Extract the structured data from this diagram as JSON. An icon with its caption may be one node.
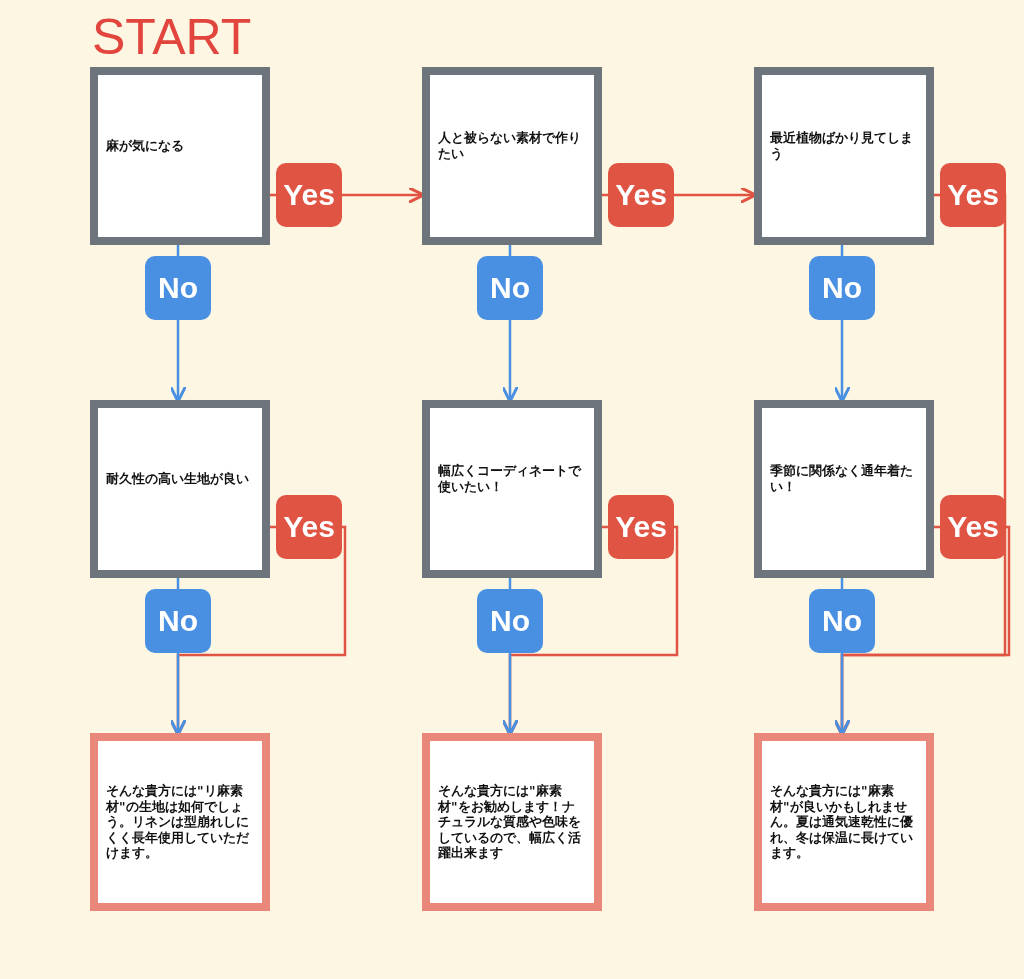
{
  "diagram": {
    "title": "START",
    "nodes": [
      {
        "text": [
          "麻が気になる"
        ]
      },
      {
        "text": [
          "人と被らない素材で作りたい"
        ]
      },
      {
        "text": [
          "最近植物ばかり見てしまう"
        ]
      },
      {
        "text": [
          "耐久性の高い生地が良い"
        ]
      },
      {
        "text": [
          "幅広くコーディネートで使いたい！"
        ]
      },
      {
        "text": [
          "季節に関係なく通年着たい！"
        ]
      },
      {
        "text": [
          "そんな貴方には\"リ麻素材\"の生地は如何でしょう。リネンは型崩れしにくく長年使用していただけます。"
        ]
      },
      {
        "text": [
          "そんな貴方には\"麻素材\"をお勧めします！ナチュラルな質感や色味をしているので、幅広く活躍出来ます"
        ]
      },
      {
        "text": [
          "そんな貴方には\"麻素材\"が良いかもしれません。夏は通気速乾性に優れ、冬は保温に長けています。"
        ]
      }
    ],
    "edges": [
      {
        "from": 0,
        "to": 1,
        "arrow": "to",
        "label": "Yes",
        "color": "#e05444"
      },
      {
        "from": 0,
        "to": 3,
        "arrow": "to",
        "label": "No",
        "color": "#4a90e2"
      },
      {
        "from": 1,
        "to": 2,
        "arrow": "to",
        "label": "Yes",
        "color": "#e05444"
      },
      {
        "from": 1,
        "to": 4,
        "arrow": "to",
        "label": "No",
        "color": "#4a90e2"
      },
      {
        "from": 2,
        "to": 8,
        "arrow": "to",
        "label": "Yes",
        "color": "#e05444"
      },
      {
        "from": 2,
        "to": 5,
        "arrow": "to",
        "label": "No",
        "color": "#4a90e2"
      },
      {
        "from": 3,
        "to": 6,
        "arrow": "to",
        "label": "Yes",
        "color": "#e05444"
      },
      {
        "from": 3,
        "to": 6,
        "arrow": "to",
        "label": "No",
        "color": "#4a90e2"
      },
      {
        "from": 4,
        "to": 7,
        "arrow": "to",
        "label": "Yes",
        "color": "#e05444"
      },
      {
        "from": 4,
        "to": 7,
        "arrow": "to",
        "label": "No",
        "color": "#4a90e2"
      },
      {
        "from": 5,
        "to": 8,
        "arrow": "to",
        "label": "Yes",
        "color": "#e05444"
      },
      {
        "from": 5,
        "to": 8,
        "arrow": "to",
        "label": "No",
        "color": "#4a90e2"
      }
    ]
  }
}
